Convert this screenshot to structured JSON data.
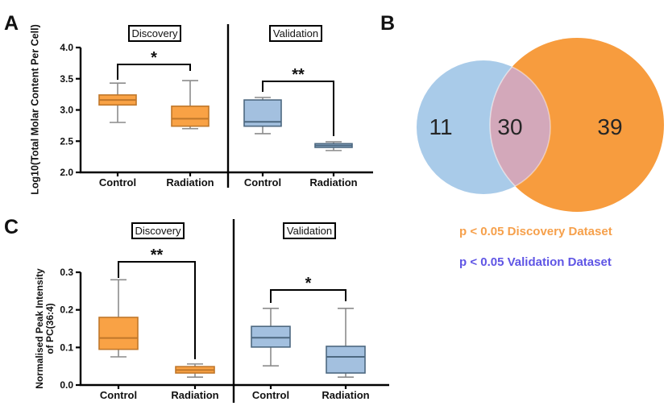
{
  "figure": {
    "panel_letters": {
      "a": "A",
      "b": "B",
      "c": "C"
    }
  },
  "chart_data": [
    {
      "type": "boxplot",
      "panel": "A",
      "ylabel_lines": [
        "Log10(Total Molar Content Per Cell)"
      ],
      "ylim": [
        2.0,
        4.0
      ],
      "yticks": [
        {
          "v": 2.0,
          "label": "2.0"
        },
        {
          "v": 2.5,
          "label": "2.5"
        },
        {
          "v": 3.0,
          "label": "3.0"
        },
        {
          "v": 3.5,
          "label": "3.5"
        },
        {
          "v": 4.0,
          "label": "4.0"
        }
      ],
      "subpanels": [
        {
          "label": "Discovery",
          "significance": "*",
          "groups": [
            {
              "name": "Control",
              "color_key": "orange",
              "whisker_low": 2.8,
              "q1": 3.08,
              "median": 3.16,
              "q3": 3.24,
              "whisker_high": 3.43
            },
            {
              "name": "Radiation",
              "color_key": "orange",
              "whisker_low": 2.7,
              "q1": 2.74,
              "median": 2.86,
              "q3": 3.06,
              "whisker_high": 3.47
            }
          ]
        },
        {
          "label": "Validation",
          "significance": "**",
          "groups": [
            {
              "name": "Control",
              "color_key": "blue",
              "whisker_low": 2.62,
              "q1": 2.74,
              "median": 2.81,
              "q3": 3.16,
              "whisker_high": 3.2
            },
            {
              "name": "Radiation",
              "color_key": "blue",
              "whisker_low": 2.35,
              "q1": 2.4,
              "median": 2.43,
              "q3": 2.46,
              "whisker_high": 2.49
            }
          ]
        }
      ]
    },
    {
      "type": "boxplot",
      "panel": "C",
      "ylabel_lines": [
        "Normalised Peak Intensity",
        "of PC(36:4)"
      ],
      "ylim": [
        0.0,
        0.3
      ],
      "yticks": [
        {
          "v": 0.0,
          "label": "0.0"
        },
        {
          "v": 0.1,
          "label": "0.1"
        },
        {
          "v": 0.2,
          "label": "0.2"
        },
        {
          "v": 0.3,
          "label": "0.3"
        }
      ],
      "subpanels": [
        {
          "label": "Discovery",
          "significance": "**",
          "groups": [
            {
              "name": "Control",
              "color_key": "orange",
              "whisker_low": 0.075,
              "q1": 0.095,
              "median": 0.125,
              "q3": 0.18,
              "whisker_high": 0.28
            },
            {
              "name": "Radiation",
              "color_key": "orange",
              "whisker_low": 0.021,
              "q1": 0.032,
              "median": 0.04,
              "q3": 0.049,
              "whisker_high": 0.056
            }
          ]
        },
        {
          "label": "Validation",
          "significance": "*",
          "groups": [
            {
              "name": "Control",
              "color_key": "blue",
              "whisker_low": 0.051,
              "q1": 0.101,
              "median": 0.126,
              "q3": 0.156,
              "whisker_high": 0.204
            },
            {
              "name": "Radiation",
              "color_key": "blue",
              "whisker_low": 0.021,
              "q1": 0.032,
              "median": 0.075,
              "q3": 0.103,
              "whisker_high": 0.204
            }
          ]
        }
      ]
    },
    {
      "type": "venn",
      "panel": "B",
      "left_count": "11",
      "overlap_count": "30",
      "right_count": "39",
      "colors": {
        "left": "#A9CBE9",
        "right": "#F79C3E",
        "overlap": "#D3A8BA"
      },
      "legend": [
        {
          "text": "p < 0.05 Discovery Dataset",
          "color": "#F6A04B"
        },
        {
          "text": "p < 0.05 Validation Dataset",
          "color": "#5F55E5"
        }
      ]
    }
  ],
  "style": {
    "box_orange_fill": "#F9A245",
    "box_orange_stroke": "#C0772A",
    "box_blue_fill": "#A3C0DF",
    "box_blue_stroke": "#4D6880",
    "whisker_color": "#8C8C8C",
    "axis_color": "#000000"
  }
}
